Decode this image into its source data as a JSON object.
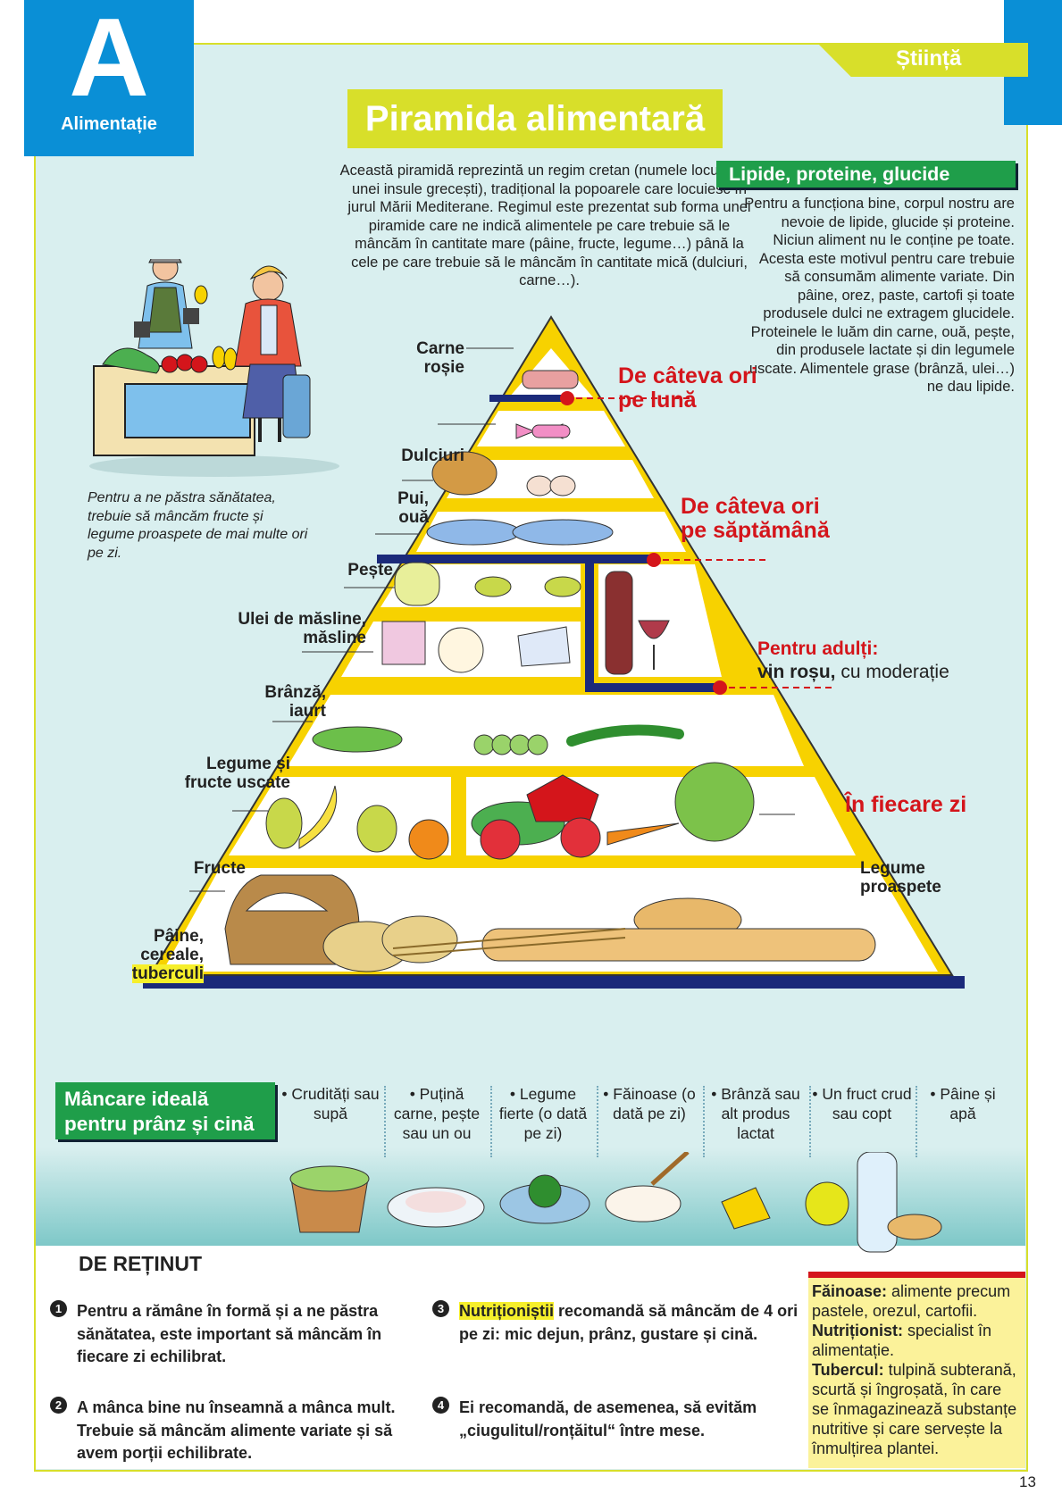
{
  "header": {
    "letter": "A",
    "section": "Alimentație",
    "category": "Știință",
    "title": "Piramida alimentară"
  },
  "intro": "Această piramidă reprezintă un regim cretan (numele locuitorilor unei insule grecești), tradițional la popoarele care locuiesc în jurul Mării Mediterane. Regimul este prezentat sub forma unei piramide care ne indică alimentele pe care trebuie să le mâncăm în cantitate mare (pâine, fructe, legume…) până la cele pe care trebuie să le mâncăm în cantitate mică (dulciuri, carne…).",
  "lipide": {
    "title": "Lipide, proteine, glucide",
    "text": "Pentru a funcționa bine, corpul nostru are nevoie de lipide, glucide și proteine. Niciun aliment nu le conține pe toate. Acesta este motivul pentru care trebuie să consumăm alimente variate. Din pâine, orez, paste, cartofi și toate produsele dulci ne extragem glucidele. Proteinele le luăm din carne, ouă, pește, din produsele lactate și din legumele uscate. Alimentele grase (brânză, ulei…) ne dau lipide."
  },
  "left_note": "Pentru a ne păstra sănătatea, trebuie să mâncăm fructe și legume proaspete de mai multe ori pe zi.",
  "pyramid": {
    "labels": {
      "carne_1": "Carne",
      "carne_2": "roșie",
      "dulciuri": "Dulciuri",
      "pui_1": "Pui,",
      "pui_2": "ouă",
      "peste": "Pește",
      "ulei_1": "Ulei de măsline,",
      "ulei_2": "măsline",
      "branza_1": "Brânză,",
      "branza_2": "iaurt",
      "legume_uscate_1": "Legume și",
      "legume_uscate_2": "fructe uscate",
      "fructe": "Fructe",
      "legume_proaspete": "Legume proaspete",
      "paine_1": "Pâine,",
      "paine_2": "cereale,",
      "paine_3": "tuberculi"
    },
    "frequency": {
      "luna_1": "De câteva ori",
      "luna_2": "pe lună",
      "saptamana_1": "De câteva ori",
      "saptamana_2": "pe săptămână",
      "adulti_title": "Pentru adulți:",
      "adulti_bold": "vin roșu,",
      "adulti_rest": " cu moderație",
      "zi": "În fiecare zi"
    }
  },
  "meal": {
    "title_1": "Mâncare ideală",
    "title_2": "pentru prânz și cină",
    "items": [
      "• Crudități sau supă",
      "• Puțină carne, pește sau un ou",
      "• Legume fierte (o dată pe zi)",
      "• Făinoase (o dată pe zi)",
      "• Brânză sau alt produs lactat",
      "• Un fruct crud sau copt",
      "• Pâine și apă"
    ]
  },
  "retinut": {
    "title": "DE REȚINUT",
    "tips": [
      {
        "num": "1",
        "text": "Pentru a rămâne în formă și a ne păstra sănătatea, este important să mâncăm în fiecare zi echilibrat."
      },
      {
        "num": "2",
        "text": "A mânca bine nu înseamnă a mânca mult. Trebuie să mâncăm alimente variate și să avem porții echilibrate."
      },
      {
        "num": "3",
        "highlight": "Nutriționiștii",
        "text": " recomandă să mâncăm de 4 ori pe zi: mic dejun, prânz, gustare și cină."
      },
      {
        "num": "4",
        "text": "Ei recomandă, de asemenea, să evităm „ciugulitul/ronțăitul“ între mese."
      }
    ]
  },
  "glossary": [
    {
      "term": "Făinoase:",
      "def": " alimente precum pastele, orezul, cartofii."
    },
    {
      "term": "Nutriționist:",
      "def": " specialist în alimentație."
    },
    {
      "term": "Tubercul:",
      "def": " tulpină subterană, scurtă și îngroșată, în care se înmagazinează substanțe nutritive și care servește la înmulțirea plantei."
    }
  ],
  "page_number": "13",
  "colors": {
    "blue": "#0a8fd6",
    "yellow_green": "#d8df2a",
    "green": "#1f9e4a",
    "red": "#d4151b",
    "navy": "#1b2a7a",
    "pyramid_yellow": "#f7d200"
  }
}
